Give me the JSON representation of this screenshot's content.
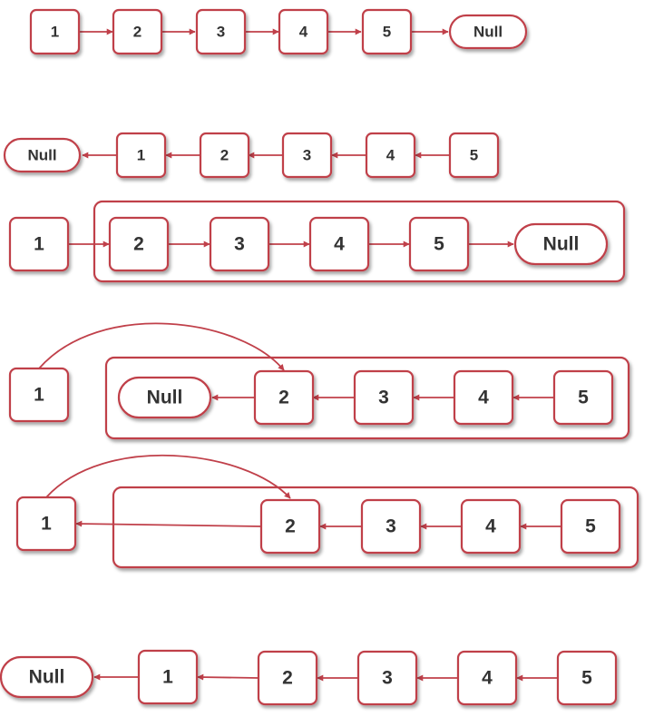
{
  "colors": {
    "stroke": "#c0404a",
    "text": "#333333",
    "shadow": "#bfbfbf",
    "background": "#ffffff"
  },
  "row1": {
    "n1": "1",
    "n2": "2",
    "n3": "3",
    "n4": "4",
    "n5": "5",
    "null": "Null"
  },
  "row2": {
    "null": "Null",
    "n1": "1",
    "n2": "2",
    "n3": "3",
    "n4": "4",
    "n5": "5"
  },
  "row3": {
    "n1": "1",
    "n2": "2",
    "n3": "3",
    "n4": "4",
    "n5": "5",
    "null": "Null"
  },
  "row4": {
    "n1": "1",
    "null": "Null",
    "n2": "2",
    "n3": "3",
    "n4": "4",
    "n5": "5"
  },
  "row5": {
    "n1": "1",
    "n2": "2",
    "n3": "3",
    "n4": "4",
    "n5": "5"
  },
  "row6": {
    "null": "Null",
    "n1": "1",
    "n2": "2",
    "n3": "3",
    "n4": "4",
    "n5": "5"
  }
}
